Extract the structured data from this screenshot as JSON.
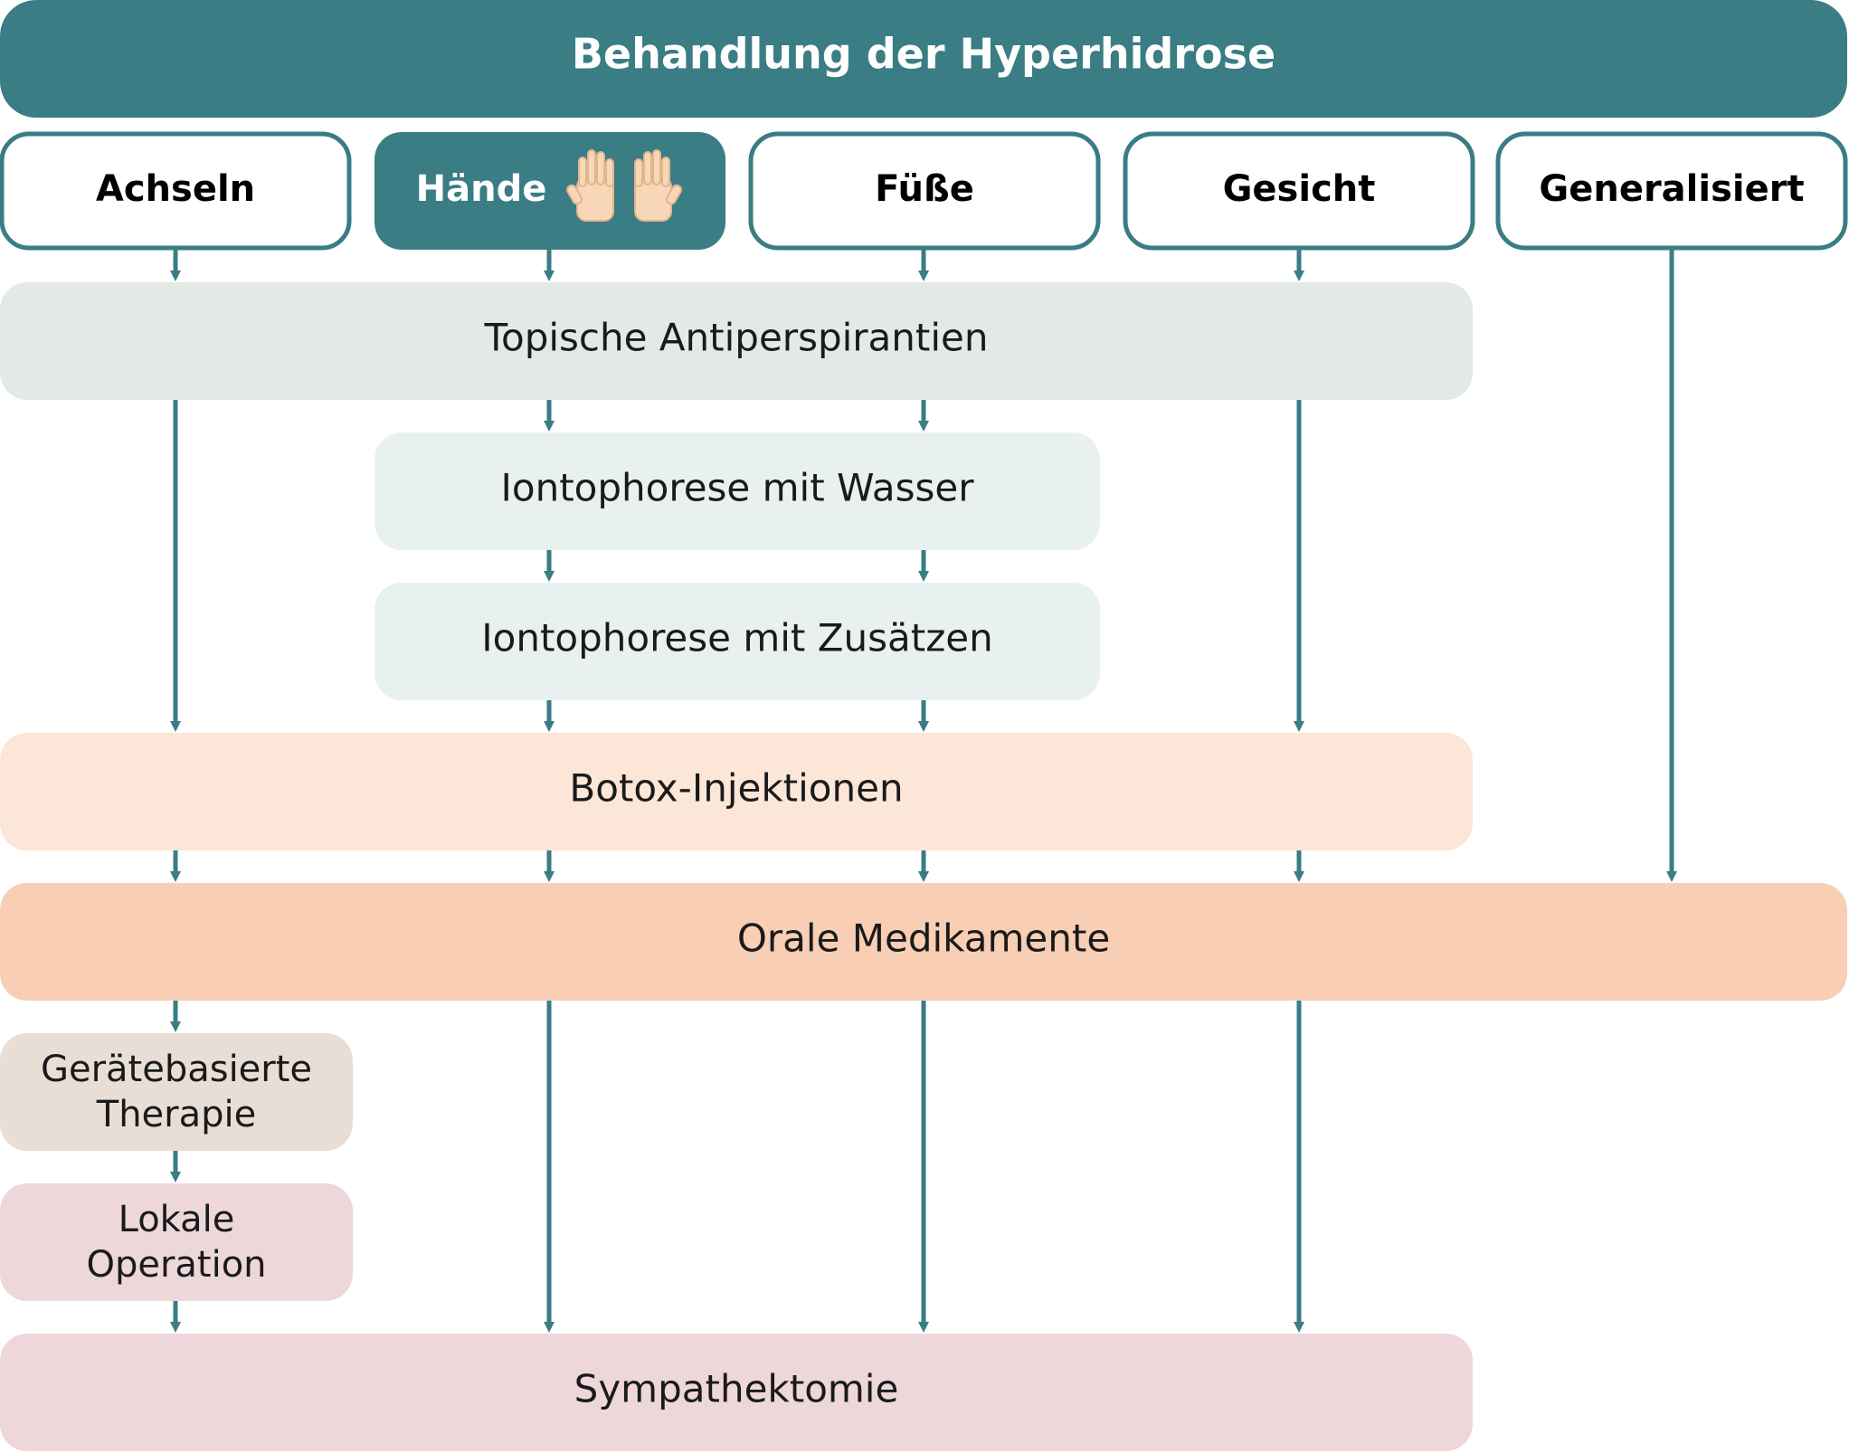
{
  "title": "Behandlung der Hyperhidrose",
  "areas": [
    {
      "id": "achseln",
      "label": "Achseln",
      "selected": false
    },
    {
      "id": "haende",
      "label": "Hände",
      "selected": true,
      "icon": "raised-hands-icon"
    },
    {
      "id": "fuesse",
      "label": "Füße",
      "selected": false
    },
    {
      "id": "gesicht",
      "label": "Gesicht",
      "selected": false
    },
    {
      "id": "generalisiert",
      "label": "Generalisiert",
      "selected": false
    }
  ],
  "treatments": [
    {
      "id": "topische",
      "label": "Topische Antiperspirantien",
      "color": "#E3EAE6"
    },
    {
      "id": "ionto-wasser",
      "label": "Iontophorese mit Wasser",
      "color": "#E8F1F0"
    },
    {
      "id": "ionto-zusaetze",
      "label": "Iontophorese mit Zusätzen",
      "color": "#E8F1F0"
    },
    {
      "id": "botox",
      "label": "Botox-Injektionen",
      "color": "#FBE6D7"
    },
    {
      "id": "oral",
      "label": "Orale Medikamente",
      "color": "#F8CFB5"
    },
    {
      "id": "geraete",
      "label": "Gerätebasierte Therapie",
      "color": "#E9DED6"
    },
    {
      "id": "lokal",
      "label": "Lokale Operation",
      "color": "#EDD7DA"
    },
    {
      "id": "sympath",
      "label": "Sympathektomie",
      "color": "#EDD7DA"
    }
  ],
  "colors": {
    "accent": "#3A7D84",
    "header_text": "#FFFFFF",
    "text": "#1A1A1A",
    "area_bg": "#FFFFFF"
  },
  "paths": {
    "achseln": [
      "topische",
      "botox",
      "oral",
      "geraete",
      "lokal",
      "sympath"
    ],
    "haende": [
      "topische",
      "ionto-wasser",
      "ionto-zusaetze",
      "botox",
      "oral",
      "sympath"
    ],
    "fuesse": [
      "topische",
      "ionto-wasser",
      "ionto-zusaetze",
      "botox",
      "oral",
      "sympath"
    ],
    "gesicht": [
      "topische",
      "botox",
      "oral",
      "sympath"
    ],
    "generalisiert": [
      "oral"
    ]
  }
}
